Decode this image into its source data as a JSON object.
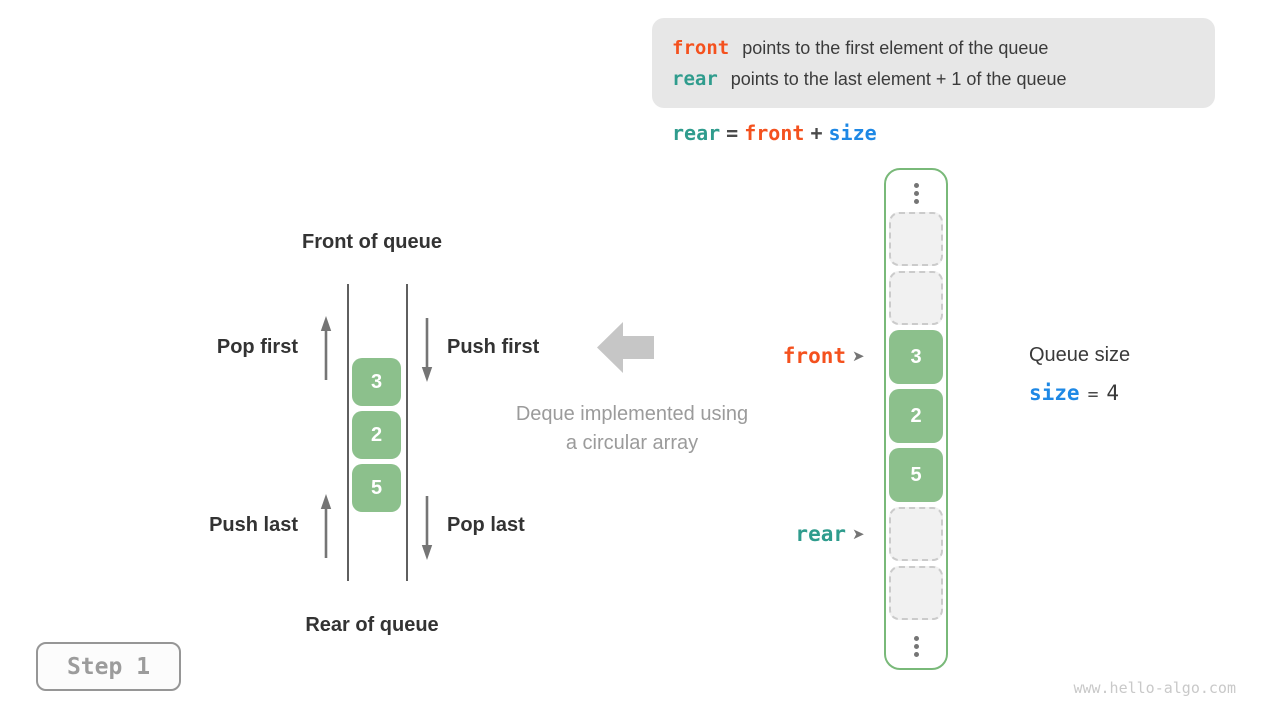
{
  "legend": {
    "rows": [
      {
        "keyword": "front",
        "text": "points to the first element of the queue"
      },
      {
        "keyword": "rear",
        "text": "points to the last element + 1 of the queue"
      }
    ]
  },
  "formula": {
    "lhs": "rear",
    "eq": "=",
    "op1": "front",
    "plus": "+",
    "op2": "size"
  },
  "deque": {
    "front_of_queue": "Front of queue",
    "rear_of_queue": "Rear of queue",
    "pop_first": "Pop first",
    "push_first": "Push first",
    "push_last": "Push last",
    "pop_last": "Pop last",
    "values": [
      "3",
      "2",
      "5"
    ]
  },
  "caption": {
    "line1": "Deque implemented using",
    "line2": "a circular array"
  },
  "array": {
    "cells": [
      {
        "value": "",
        "css": "cell empty"
      },
      {
        "value": "",
        "css": "cell empty"
      },
      {
        "value": "3",
        "css": "cell filled"
      },
      {
        "value": "2",
        "css": "cell filled"
      },
      {
        "value": "5",
        "css": "cell filled"
      },
      {
        "value": "",
        "css": "cell empty"
      },
      {
        "value": "",
        "css": "cell empty"
      }
    ],
    "front_pointer": "front",
    "rear_pointer": "rear",
    "pointer_glyph": "➤"
  },
  "queue_size": {
    "title": "Queue size",
    "var": "size",
    "eq": "=",
    "value": "4"
  },
  "step_badge": {
    "label": "Step 1"
  },
  "watermark": {
    "text": "www.hello-algo.com"
  },
  "colors": {
    "front_accent": "#f4511e",
    "rear_accent": "#2f9c8d",
    "size_accent": "#1e88e5",
    "cell_green": "#8cc08c",
    "array_border_green": "#79b979",
    "legend_bg": "#e7e7e7"
  }
}
